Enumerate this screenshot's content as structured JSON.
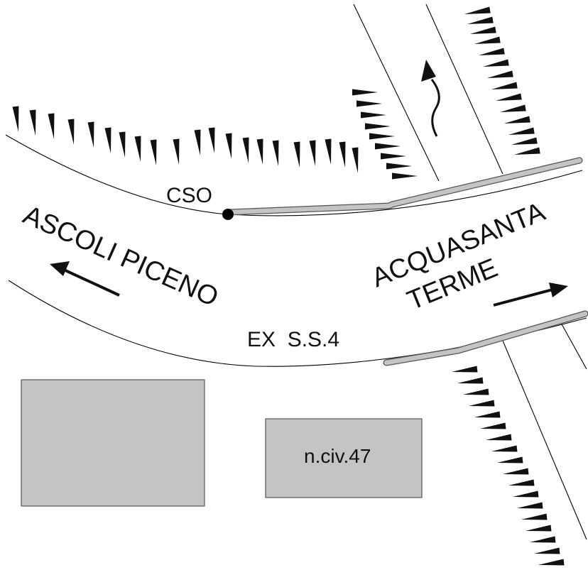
{
  "labels": {
    "cso": "CSO",
    "ascoli_piceno": "ASCOLI PICENO",
    "acquasanta_line1": "ACQUASANTA",
    "acquasanta_line2": "TERME",
    "road_name": "EX  S.S.4",
    "building_number": "n.civ.47"
  },
  "colors": {
    "background": "#ffffff",
    "lines": "#000000",
    "pipe_fill": "#c4c4c4",
    "building_fill": "#c4c4c4"
  },
  "icons": {
    "cso_point": "filled-circle",
    "flow_arrow": "wavy-arrow-up",
    "direction_arrows": "straight-arrow",
    "embankment": "hachure-ticks"
  }
}
